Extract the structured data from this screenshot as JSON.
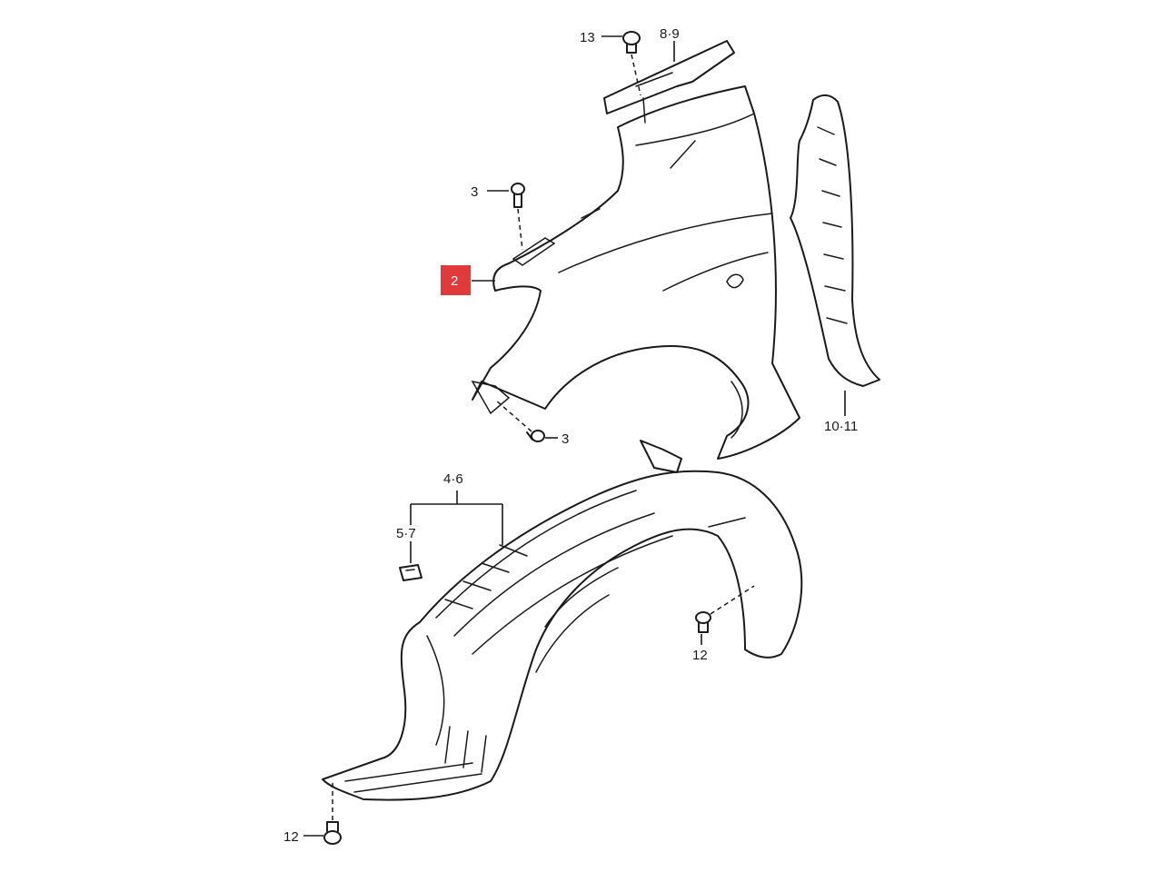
{
  "callouts": {
    "c13": "13",
    "c89": "8·9",
    "c3a": "3",
    "c2": "2",
    "c1011": "10·11",
    "c3b": "3",
    "c46": "4·6",
    "c57": "5·7",
    "c12a": "12",
    "c12b": "12"
  },
  "colors": {
    "line": "#1a1a1a",
    "highlight": "#e03a3a"
  }
}
